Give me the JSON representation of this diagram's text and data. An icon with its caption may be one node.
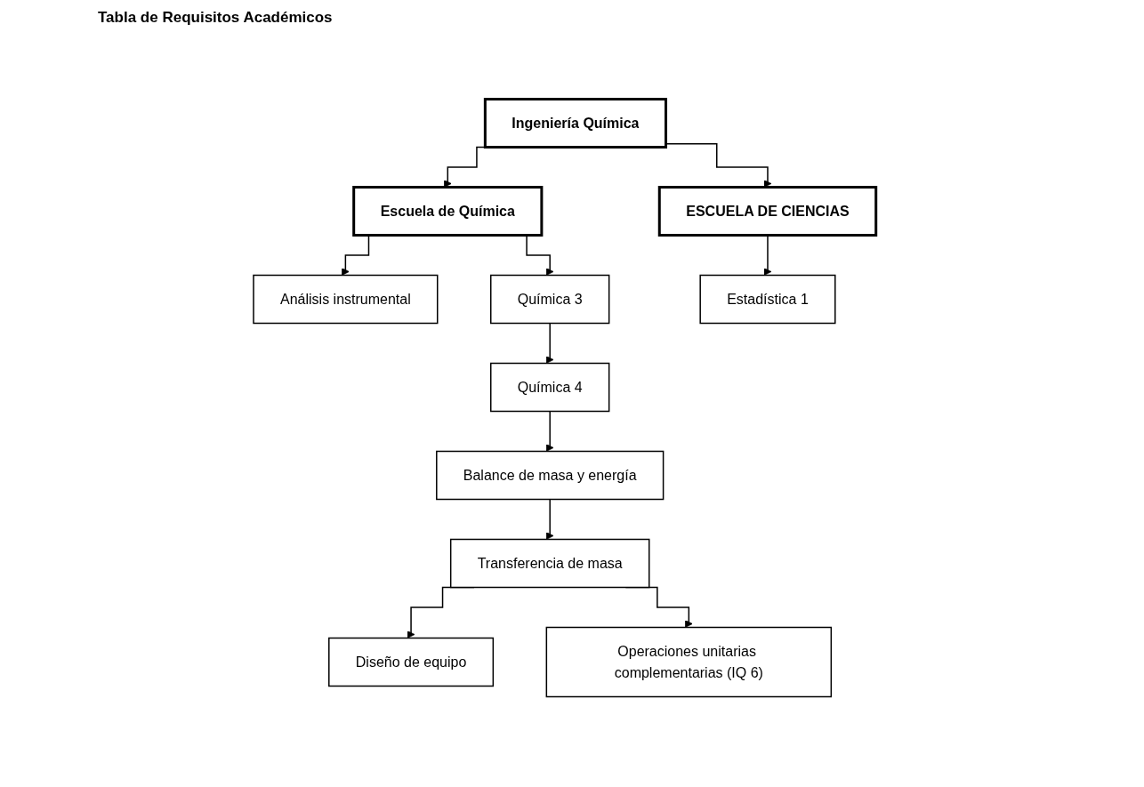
{
  "diagram": {
    "title": "Tabla de Requisitos Académicos",
    "nodes": [
      {
        "text": [
          "Ingeniería Química"
        ]
      },
      {
        "text": [
          "Escuela de Química"
        ]
      },
      {
        "text": [
          "Análisis instrumental"
        ]
      },
      {
        "text": [
          "ESCUELA DE CIENCIAS"
        ]
      },
      {
        "text": [
          "Química 3"
        ]
      },
      {
        "text": [
          "Estadística 1"
        ]
      },
      {
        "text": [
          "Química 4"
        ]
      },
      {
        "text": [
          "Balance de masa y energía"
        ]
      },
      {
        "text": [
          "Transferencia de masa"
        ]
      },
      {
        "text": [
          "Diseño de equipo"
        ]
      },
      {
        "text": [
          "Operaciones unitarias complementarias (IQ 6)"
        ]
      }
    ],
    "edges": [
      {
        "from": 0,
        "to": 1,
        "arrow": "to"
      },
      {
        "from": 0,
        "to": 3,
        "arrow": "to"
      },
      {
        "from": 1,
        "to": 2,
        "arrow": "to"
      },
      {
        "from": 1,
        "to": 4,
        "arrow": "to"
      },
      {
        "from": 3,
        "to": 5,
        "arrow": "to"
      },
      {
        "from": 4,
        "to": 6,
        "arrow": "to"
      },
      {
        "from": 6,
        "to": 7,
        "arrow": "to"
      },
      {
        "from": 7,
        "to": 8,
        "arrow": "to"
      },
      {
        "from": 8,
        "to": 9,
        "arrow": "to"
      },
      {
        "from": 8,
        "to": 10,
        "arrow": "to"
      }
    ]
  }
}
